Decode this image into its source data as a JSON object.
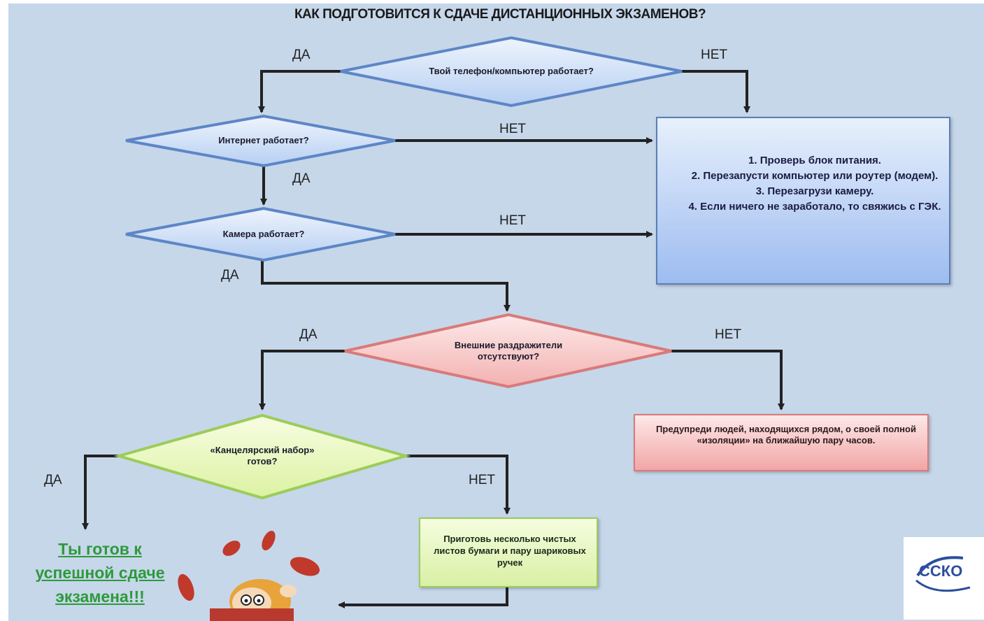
{
  "title": "КАК ПОДГОТОВИТСЯ К СДАЧЕ ДИСТАНЦИОННЫХ ЭКЗАМЕНОВ?",
  "decisions": {
    "device": "Твой телефон/компьютер работает?",
    "internet": "Интернет работает?",
    "camera": "Камера работает?",
    "distractions": "Внешние раздражители отсутствуют?",
    "stationery": "«Канцелярский набор» готов?"
  },
  "labels": {
    "yes": "ДА",
    "no": "НЕТ"
  },
  "boxes": {
    "troubleshoot": [
      "1. Проверь блок питания.",
      "2. Перезапусти компьютер или роутер (модем).",
      "3. Перезагрузи камеру.",
      "4. Если ничего не заработало, то свяжись с ГЭК."
    ],
    "warn_people": "Предупреди людей, находящихся рядом, о своей полной «изоляции» на ближайшую пару часов.",
    "prepare_supplies": "Приготовь несколько чистых листов бумаги и пару шариковых ручек"
  },
  "result": "Ты готов к успешной сдаче экзамена!!!",
  "logo": {
    "text": "ССКО"
  },
  "colors": {
    "background": "#c6d7ea",
    "blue_diamond": "#cfe0f7",
    "pink_diamond": "#f7c9c9",
    "green_diamond": "#e6f7b8",
    "success_text": "#2d9a3a",
    "arrow": "#222222"
  }
}
